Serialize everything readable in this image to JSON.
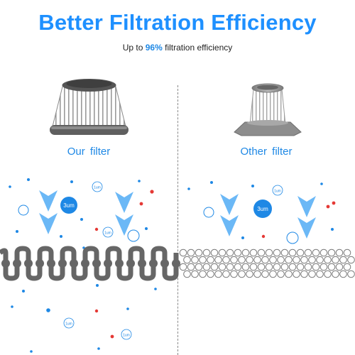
{
  "header": {
    "title": "Better Filtration Efficiency",
    "subtitle_prefix": "Up to",
    "subtitle_highlight": "96%",
    "subtitle_suffix": "filtration efficiency"
  },
  "products": {
    "left_label": "Our  filter",
    "right_label": "Other  filter"
  },
  "particles": {
    "big_label": "3um",
    "small_label": "1um"
  },
  "colors": {
    "accent": "#1e88e5",
    "arrow": "#64b5f6",
    "red_particle": "#e53935",
    "mesh": "#666666"
  }
}
